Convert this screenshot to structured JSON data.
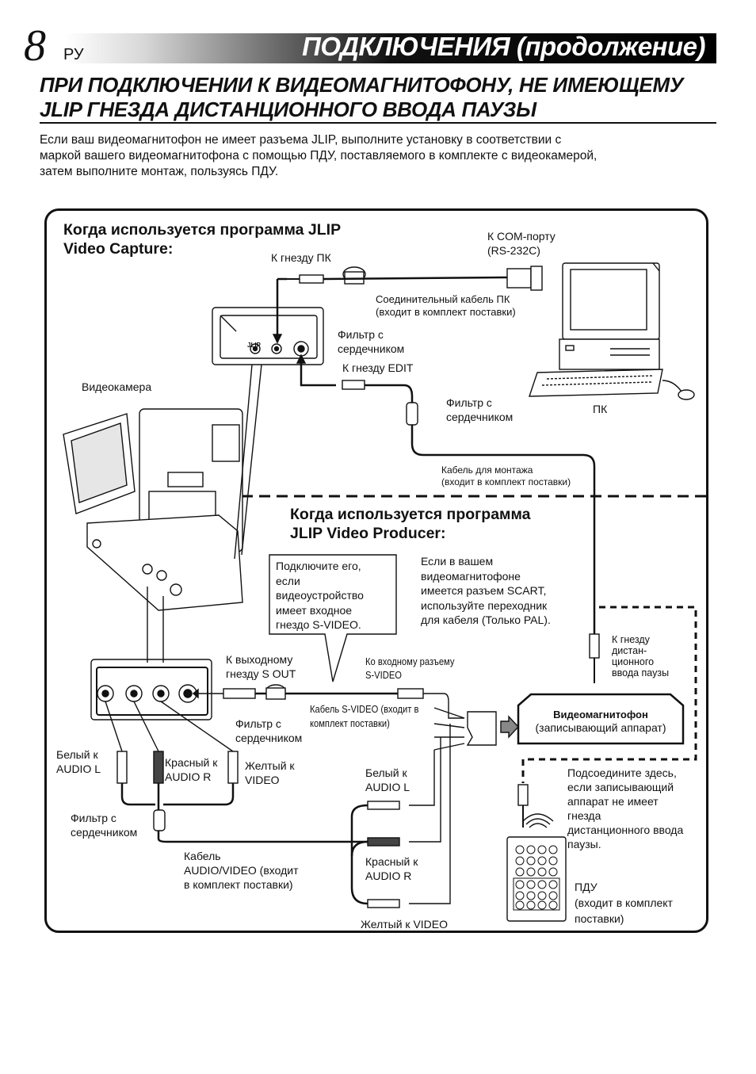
{
  "header": {
    "page_number": "8",
    "language": "РУ",
    "title": "ПОДКЛЮЧЕНИЯ (продолжение)"
  },
  "section": {
    "heading_line1": "ПРИ ПОДКЛЮЧЕНИИ К ВИДЕОМАГНИТОФОНУ, НЕ ИМЕЮЩЕМУ",
    "heading_line2": "JLIP ГНЕЗДА ДИСТАНЦИОННОГО ВВОДА ПАУЗЫ",
    "intro_line1": "Если ваш видеомагнитофон не имеет разъема JLIP, выполните установку в соответствии с",
    "intro_line2": "маркой вашего видеомагнитофона с помощью ПДУ, поставляемого в комплекте с видеокамерой,",
    "intro_line3": "затем выполните монтаж, пользуясь ПДУ."
  },
  "diagram": {
    "capture_heading_line1": "Когда используется программа JLIP",
    "capture_heading_line2": "Video Capture:",
    "producer_heading_line1": "Когда используется программа",
    "producer_heading_line2": "JLIP Video Producer:",
    "labels": {
      "com_port_line1": "К COM-порту",
      "com_port_line2": "(RS-232C)",
      "pc_jack": "К гнезду ПК",
      "pc_cable_line1": "Соединительный кабель  ПК",
      "pc_cable_line2": "(входит в комплект поставки)",
      "filter_top_line1": "Фильтр с",
      "filter_top_line2": "сердечником",
      "edit_jack": "К гнезду EDIT",
      "camcorder": "Видеокамера",
      "filter_mid_line1": "Фильтр с",
      "filter_mid_line2": "сердечником",
      "pc": "ПК",
      "edit_cable_line1": "Кабель для монтажа",
      "edit_cable_line2": "(входит в комплект поставки)",
      "svideo_note_line1": "Подключите его,",
      "svideo_note_line2": "если",
      "svideo_note_line3": "видеоустройство",
      "svideo_note_line4": "имеет входное",
      "svideo_note_line5": "гнездо S-VIDEO.",
      "scart_note_line1": "Если в вашем",
      "scart_note_line2": "видеомагнитофоне",
      "scart_note_line3": "имеется разъем SCART,",
      "scart_note_line4": "используйте переходник",
      "scart_note_line5": "для кабеля (Только PAL).",
      "pause_jack_line1": "К гнезду",
      "pause_jack_line2": "дистан-",
      "pause_jack_line3": "ционного",
      "pause_jack_line4": "ввода паузы",
      "s_out_line1": "К выходному",
      "s_out_line2": "гнезду S OUT",
      "s_in_line1": "Ко входному разъему",
      "s_in_line2": "S-VIDEO",
      "vcr_title": "Видеомагнитофон",
      "vcr_subtitle": "(записывающий аппарат)",
      "svideo_cable_line1": "Кабель S-VIDEO (входит в",
      "svideo_cable_line2": "комплект поставки)",
      "filter_sv_line1": "Фильтр с",
      "filter_sv_line2": "сердечником",
      "white_l_line1": "Белый к",
      "white_l_line2": "AUDIO L",
      "red_r_line1": "Красный к",
      "red_r_line2": "AUDIO R",
      "yellow_v_line1": "Желтый к",
      "yellow_v_line2": "VIDEO",
      "white_l2_line1": "Белый к",
      "white_l2_line2": "AUDIO L",
      "connect_here_line1": "Подсоедините здесь,",
      "connect_here_line2": "если записывающий",
      "connect_here_line3": "аппарат не имеет",
      "connect_here_line4": "гнезда",
      "connect_here_line5": "дистанционного ввода",
      "connect_here_line6": "паузы.",
      "filter_av_line1": "Фильтр с",
      "filter_av_line2": "сердечником",
      "av_cable_line1": "Кабель",
      "av_cable_line2": "AUDIO/VIDEO (входит",
      "av_cable_line3": "в комплект поставки)",
      "red_r2_line1": "Красный к",
      "red_r2_line2": "AUDIO R",
      "remote_line1": "ПДУ",
      "remote_line2": "(входит в комплект",
      "remote_line3": "поставки)",
      "yellow_v2": "Желтый к VIDEO",
      "jlip_mark": "JLIP"
    }
  }
}
